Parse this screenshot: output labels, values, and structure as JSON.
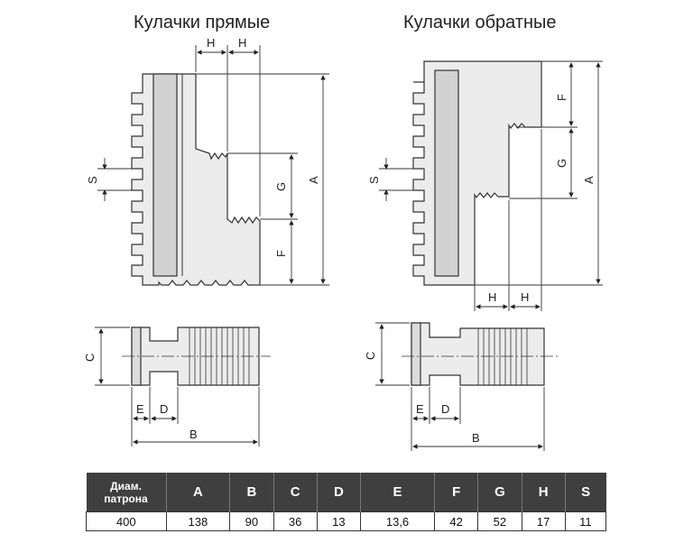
{
  "titles": {
    "straight": "Кулачки прямые",
    "reverse": "Кулачки обратные"
  },
  "dimension_labels": {
    "H": "H",
    "S": "S",
    "G": "G",
    "F": "F",
    "A": "A",
    "C": "C",
    "E": "E",
    "D": "D",
    "B": "B"
  },
  "table": {
    "header_first": [
      "Диам.",
      "патрона"
    ],
    "headers": [
      "A",
      "B",
      "C",
      "D",
      "E",
      "F",
      "G",
      "H",
      "S"
    ],
    "rows": [
      [
        "400",
        "138",
        "90",
        "36",
        "13",
        "13,6",
        "42",
        "52",
        "17",
        "11"
      ]
    ]
  },
  "colors": {
    "part_fill": "#ececec",
    "insert_fill": "#d2d2d2",
    "table_header": "#3f3f3f"
  }
}
